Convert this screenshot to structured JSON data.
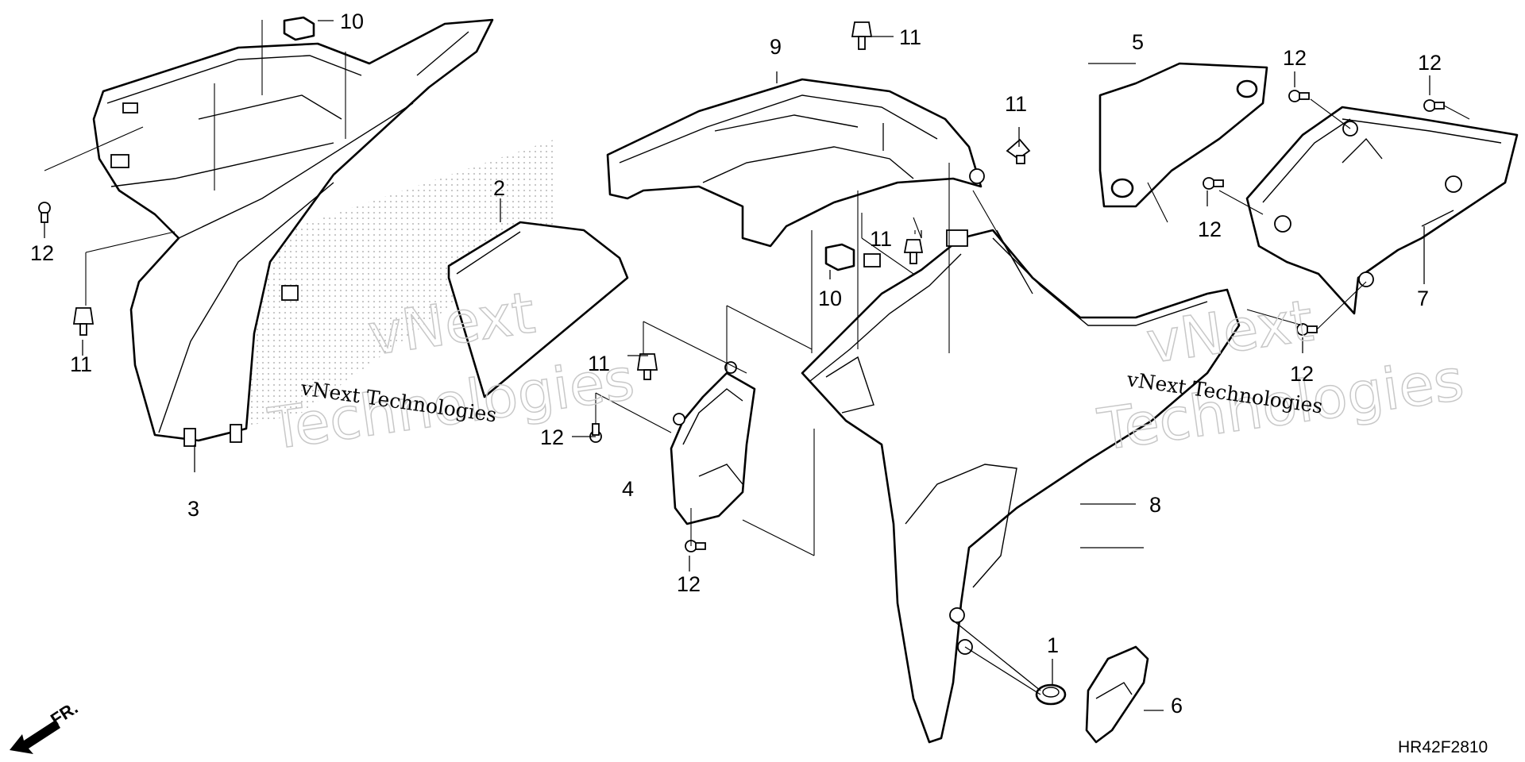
{
  "diagram": {
    "drawing_code": "HR42F2810",
    "front_indicator": "FR.",
    "watermark": {
      "company": "vNext Technologies",
      "ghost_line1": "vNext",
      "ghost_line2": "Technologies"
    },
    "callouts": [
      {
        "id": "c1",
        "label": "1"
      },
      {
        "id": "c2",
        "label": "2"
      },
      {
        "id": "c3",
        "label": "3"
      },
      {
        "id": "c4",
        "label": "4"
      },
      {
        "id": "c5",
        "label": "5"
      },
      {
        "id": "c6",
        "label": "6"
      },
      {
        "id": "c7",
        "label": "7"
      },
      {
        "id": "c8",
        "label": "8"
      },
      {
        "id": "c9",
        "label": "9"
      },
      {
        "id": "c10a",
        "label": "10"
      },
      {
        "id": "c10b",
        "label": "10"
      },
      {
        "id": "c11a",
        "label": "11"
      },
      {
        "id": "c11b",
        "label": "11"
      },
      {
        "id": "c11c",
        "label": "11"
      },
      {
        "id": "c11d",
        "label": "11"
      },
      {
        "id": "c11e",
        "label": "11"
      },
      {
        "id": "c12a",
        "label": "12"
      },
      {
        "id": "c12b",
        "label": "12"
      },
      {
        "id": "c12c",
        "label": "12"
      },
      {
        "id": "c12d",
        "label": "12"
      },
      {
        "id": "c12e",
        "label": "12"
      },
      {
        "id": "c12f",
        "label": "12"
      }
    ]
  }
}
